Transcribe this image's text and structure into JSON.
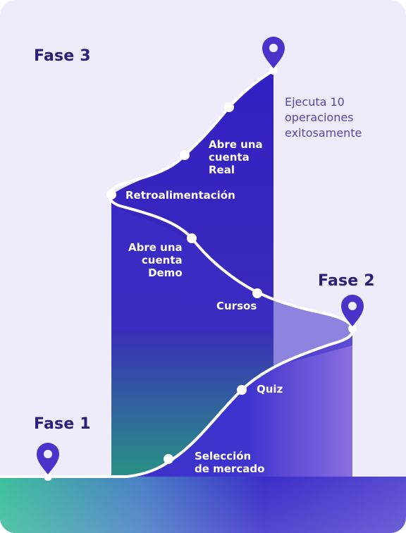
{
  "phases": {
    "phase1": "Fase 1",
    "phase2": "Fase 2",
    "phase3": "Fase 3"
  },
  "steps": {
    "seleccion": [
      "Selección",
      "de mercado"
    ],
    "quiz": "Quiz",
    "cursos": "Cursos",
    "demo": [
      "Abre una",
      "cuenta",
      "Demo"
    ],
    "retro": "Retroalimentación",
    "real": [
      "Abre una",
      "cuenta",
      "Real"
    ]
  },
  "goal_note": [
    "Ejecuta 10",
    "operaciones",
    "exitosamente"
  ],
  "colors": {
    "background": "#eeebfb",
    "path_fill": "#3f2fc7",
    "teal": "#2fb39a",
    "pin": "#4a33c8",
    "heading": "#2a1f78",
    "note": "#5b45a8"
  },
  "icons": [
    "map-pin-icon"
  ]
}
